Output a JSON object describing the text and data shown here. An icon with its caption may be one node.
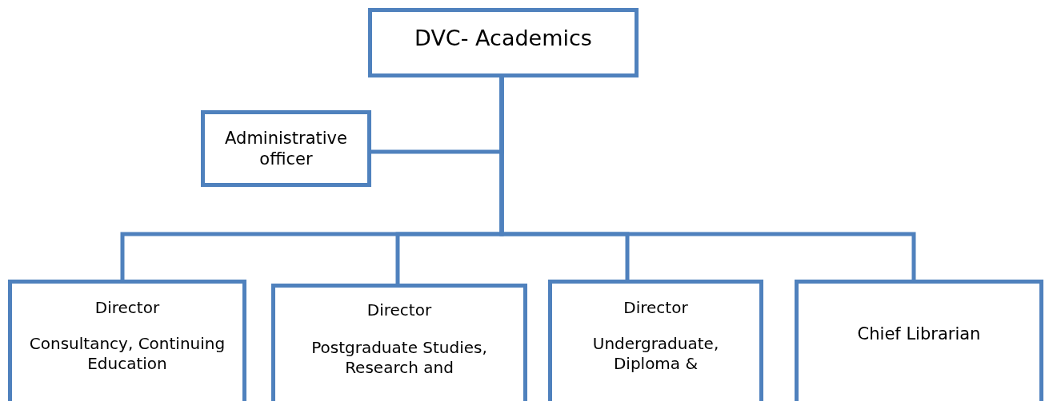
{
  "diagram": {
    "nodes": [
      {
        "text": [
          "DVC- Academics"
        ]
      },
      {
        "text": [
          "Administrative officer"
        ]
      },
      {
        "text": [
          "Director",
          "Consultancy, Continuing Education"
        ]
      },
      {
        "text": [
          "Director",
          "Postgraduate Studies, Research and"
        ]
      },
      {
        "text": [
          "Director",
          "Undergraduate, Diploma &"
        ]
      },
      {
        "text": [
          "Chief Librarian"
        ]
      }
    ],
    "edges": [
      {
        "from": 0,
        "to": 1,
        "arrow": "none"
      },
      {
        "from": 0,
        "to": 2,
        "arrow": "none"
      },
      {
        "from": 0,
        "to": 3,
        "arrow": "none"
      },
      {
        "from": 0,
        "to": 4,
        "arrow": "none"
      },
      {
        "from": 0,
        "to": 5,
        "arrow": "none"
      }
    ]
  }
}
